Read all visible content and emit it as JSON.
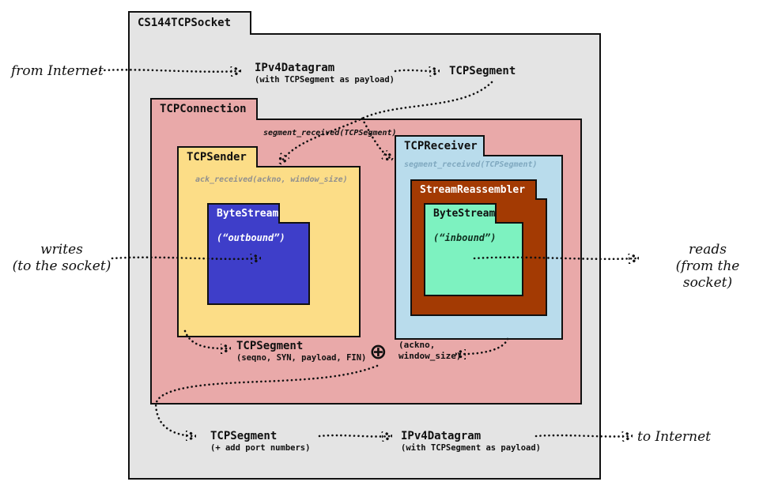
{
  "colors": {
    "outer_bg": "#e4e4e4",
    "connection_bg": "#e9a9a9",
    "sender_bg": "#fcdd87",
    "receiver_bg": "#b9dcec",
    "reassembler_bg": "#a33a03",
    "outbound_bg": "#3e3ec9",
    "inbound_bg": "#7df2c0",
    "line": "#101010",
    "white_text": "#ffffff",
    "muted_gray": "#8f8f8f",
    "muted_blue": "#7fa8bf"
  },
  "boxes": {
    "socket": "CS144TCPSocket",
    "connection": "TCPConnection",
    "sender": "TCPSender",
    "receiver": "TCPReceiver",
    "reassembler": "StreamReassembler",
    "outbound": {
      "label": "ByteStream",
      "stream_name": "(“outbound”)"
    },
    "inbound": {
      "label": "ByteStream",
      "stream_name": "(“inbound”)"
    }
  },
  "annotations": {
    "from_internet": "from Internet",
    "to_internet": "to Internet",
    "writes_line1": "writes",
    "writes_line2": "(to the socket)",
    "reads_line1": "reads",
    "reads_line2": "(from the socket)",
    "ipv4_in": {
      "title": "IPv4Datagram",
      "subtitle": "(with TCPSegment as payload)"
    },
    "segment_in": "TCPSegment",
    "segment_received_conn": "segment_received(TCPSegment)",
    "ack_received_sender": "ack_received(ackno, window_size)",
    "segment_received_receiver": "segment_received(TCPSegment)",
    "segment_out": {
      "title": "TCPSegment",
      "subtitle": "(seqno, SYN, payload, FIN)"
    },
    "plus": "⊕",
    "ack_out_line1": "(ackno,",
    "ack_out_line2": "window_size)",
    "segment_ports": {
      "title": "TCPSegment",
      "subtitle": "(+ add port numbers)"
    },
    "ipv4_out": {
      "title": "IPv4Datagram",
      "subtitle": "(with TCPSegment as payload)"
    }
  }
}
